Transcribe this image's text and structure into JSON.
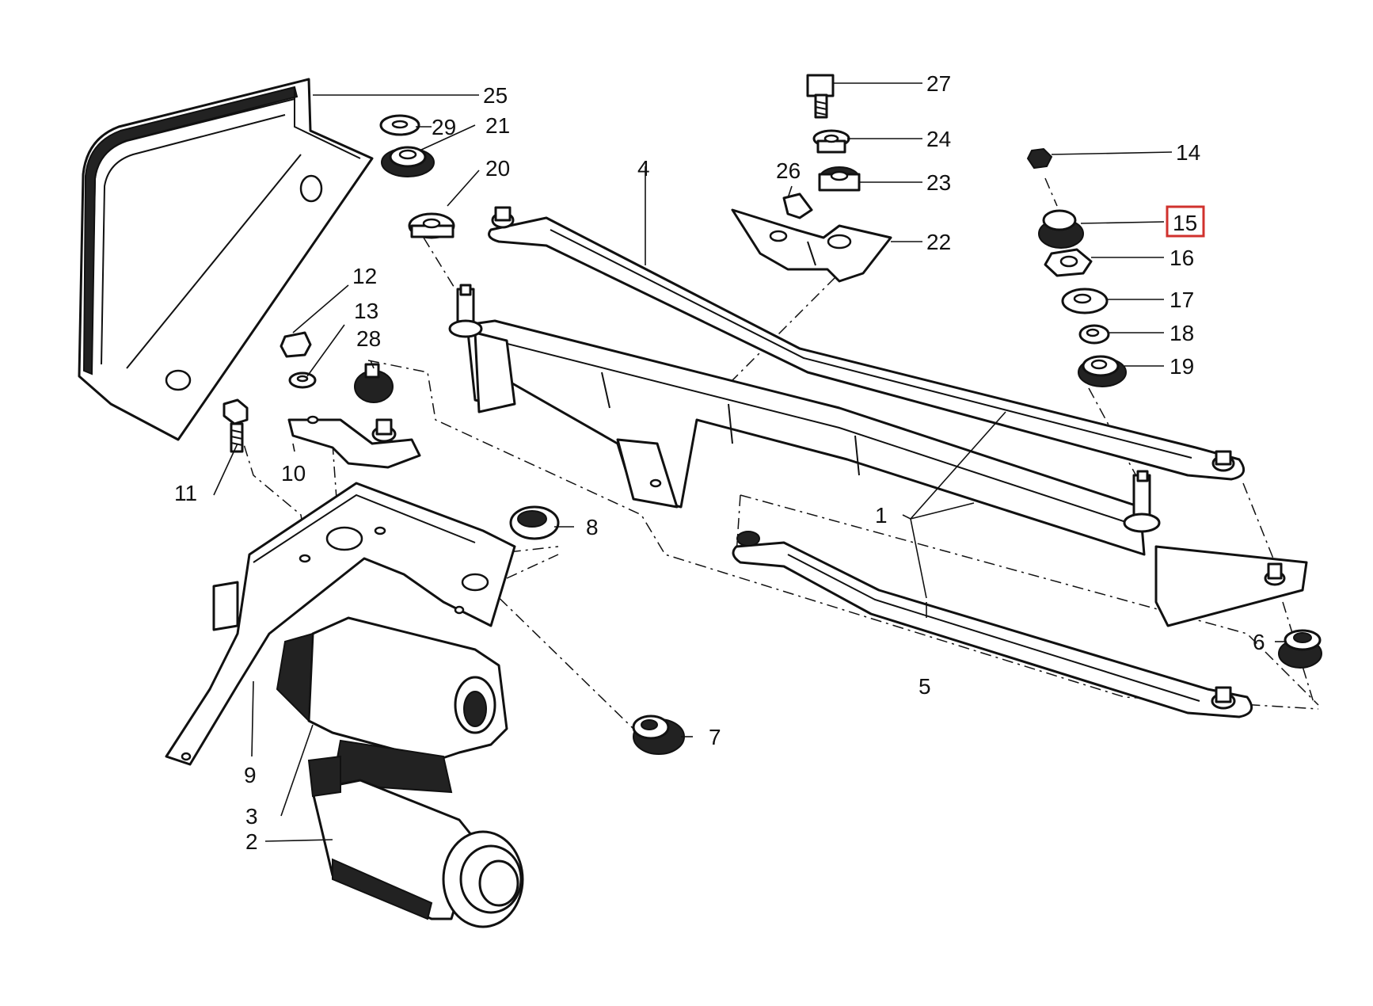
{
  "diagram": {
    "highlight_color": "#d0312d",
    "callouts": [
      {
        "id": "1",
        "label": "1"
      },
      {
        "id": "2",
        "label": "2"
      },
      {
        "id": "3",
        "label": "3"
      },
      {
        "id": "4",
        "label": "4"
      },
      {
        "id": "5",
        "label": "5"
      },
      {
        "id": "6",
        "label": "6"
      },
      {
        "id": "7",
        "label": "7"
      },
      {
        "id": "8",
        "label": "8"
      },
      {
        "id": "9",
        "label": "9"
      },
      {
        "id": "10",
        "label": "10"
      },
      {
        "id": "11",
        "label": "11"
      },
      {
        "id": "12",
        "label": "12"
      },
      {
        "id": "13",
        "label": "13"
      },
      {
        "id": "14",
        "label": "14"
      },
      {
        "id": "15",
        "label": "15",
        "highlighted": true
      },
      {
        "id": "16",
        "label": "16"
      },
      {
        "id": "17",
        "label": "17"
      },
      {
        "id": "18",
        "label": "18"
      },
      {
        "id": "19",
        "label": "19"
      },
      {
        "id": "20",
        "label": "20"
      },
      {
        "id": "21",
        "label": "21"
      },
      {
        "id": "22",
        "label": "22"
      },
      {
        "id": "23",
        "label": "23"
      },
      {
        "id": "24",
        "label": "24"
      },
      {
        "id": "25",
        "label": "25"
      },
      {
        "id": "26",
        "label": "26"
      },
      {
        "id": "27",
        "label": "27"
      },
      {
        "id": "28",
        "label": "28"
      },
      {
        "id": "29",
        "label": "29"
      }
    ]
  }
}
